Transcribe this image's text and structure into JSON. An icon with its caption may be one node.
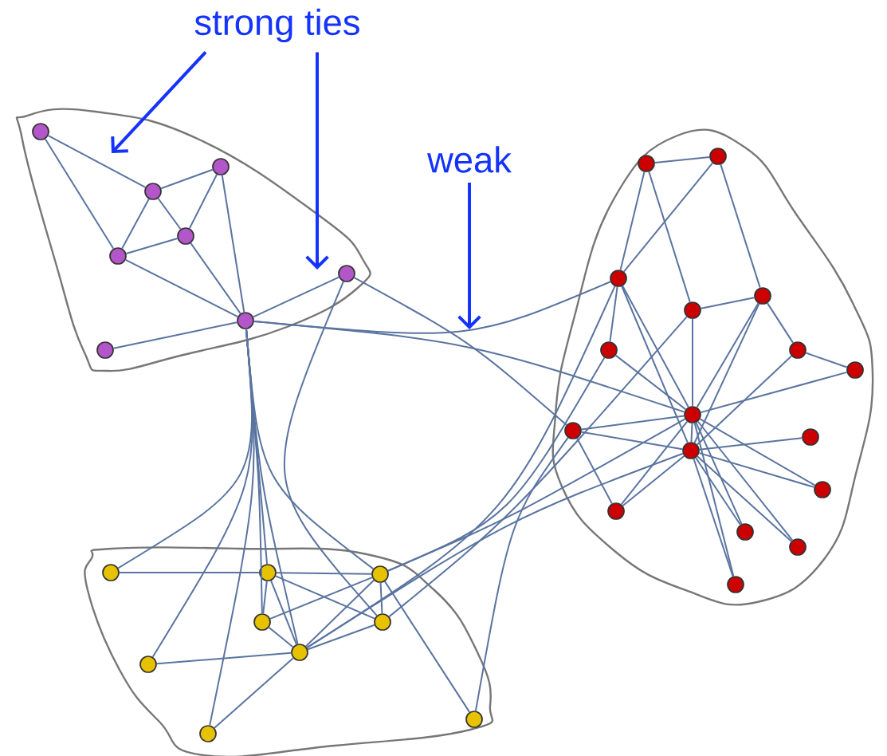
{
  "diagram": {
    "nodes": [
      {
        "text": [
          "strong ties"
        ]
      },
      {
        "text": [
          "weak"
        ]
      },
      {
        "text": [],
        "shape": "blob"
      },
      {
        "text": [],
        "shape": "circle",
        "in": 2
      },
      {
        "text": [],
        "shape": "circle",
        "in": 2
      },
      {
        "text": [],
        "shape": "circle",
        "in": 2
      },
      {
        "text": [],
        "shape": "circle",
        "in": 2
      },
      {
        "text": [],
        "shape": "circle",
        "in": 2
      },
      {
        "text": [],
        "shape": "circle",
        "in": 2
      },
      {
        "text": [],
        "shape": "circle",
        "in": 2
      },
      {
        "text": [],
        "shape": "circle",
        "in": 2
      },
      {
        "text": [],
        "shape": "blob"
      },
      {
        "text": [],
        "shape": "circle",
        "in": 11
      },
      {
        "text": [],
        "shape": "circle",
        "in": 11
      },
      {
        "text": [],
        "shape": "circle",
        "in": 11
      },
      {
        "text": [],
        "shape": "circle",
        "in": 11
      },
      {
        "text": [],
        "shape": "circle",
        "in": 11
      },
      {
        "text": [],
        "shape": "circle",
        "in": 11
      },
      {
        "text": [],
        "shape": "circle",
        "in": 11
      },
      {
        "text": [],
        "shape": "circle",
        "in": 11
      },
      {
        "text": [],
        "shape": "circle",
        "in": 11
      },
      {
        "text": [],
        "shape": "circle",
        "in": 11
      },
      {
        "text": [],
        "shape": "circle",
        "in": 11
      },
      {
        "text": [],
        "shape": "circle",
        "in": 11
      },
      {
        "text": [],
        "shape": "circle",
        "in": 11
      },
      {
        "text": [],
        "shape": "circle",
        "in": 11
      },
      {
        "text": [],
        "shape": "circle",
        "in": 11
      },
      {
        "text": [],
        "shape": "circle",
        "in": 11
      },
      {
        "text": [],
        "shape": "circle",
        "in": 11
      },
      {
        "text": [],
        "shape": "blob"
      },
      {
        "text": [],
        "shape": "circle",
        "in": 29
      },
      {
        "text": [],
        "shape": "circle",
        "in": 29
      },
      {
        "text": [],
        "shape": "circle",
        "in": 29
      },
      {
        "text": [],
        "shape": "circle",
        "in": 29
      },
      {
        "text": [],
        "shape": "circle",
        "in": 29
      },
      {
        "text": [],
        "shape": "circle",
        "in": 29
      },
      {
        "text": [],
        "shape": "circle",
        "in": 29
      },
      {
        "text": [],
        "shape": "circle",
        "in": 29
      },
      {
        "text": [],
        "shape": "circle",
        "in": 29
      }
    ],
    "edges": [
      {
        "from": 0,
        "to": null,
        "arrow": "to",
        "style": "thick",
        "color": "#1433ff"
      },
      {
        "from": 0,
        "to": null,
        "arrow": "to",
        "style": "thick",
        "color": "#1433ff"
      },
      {
        "from": 1,
        "to": null,
        "arrow": "to",
        "style": "thick",
        "color": "#1433ff"
      },
      {
        "from": 3,
        "to": 5,
        "arrow": "none"
      },
      {
        "from": 3,
        "to": 7,
        "arrow": "none"
      },
      {
        "from": 5,
        "to": 4,
        "arrow": "none"
      },
      {
        "from": 5,
        "to": 7,
        "arrow": "none"
      },
      {
        "from": 5,
        "to": 6,
        "arrow": "none"
      },
      {
        "from": 4,
        "to": 6,
        "arrow": "none"
      },
      {
        "from": 7,
        "to": 6,
        "arrow": "none"
      },
      {
        "from": 7,
        "to": 9,
        "arrow": "none"
      },
      {
        "from": 6,
        "to": 9,
        "arrow": "none"
      },
      {
        "from": 4,
        "to": 9,
        "arrow": "none"
      },
      {
        "from": 9,
        "to": 8,
        "arrow": "none"
      },
      {
        "from": 10,
        "to": 9,
        "arrow": "none"
      },
      {
        "from": 9,
        "to": 14,
        "arrow": "none"
      },
      {
        "from": 9,
        "to": 20,
        "arrow": "none"
      },
      {
        "from": 8,
        "to": 21,
        "arrow": "none"
      },
      {
        "from": 9,
        "to": 30,
        "arrow": "none"
      },
      {
        "from": 9,
        "to": 35,
        "arrow": "none"
      },
      {
        "from": 9,
        "to": 37,
        "arrow": "none"
      },
      {
        "from": 9,
        "to": 31,
        "arrow": "none"
      },
      {
        "from": 9,
        "to": 33,
        "arrow": "none"
      },
      {
        "from": 9,
        "to": 36,
        "arrow": "none"
      },
      {
        "from": 9,
        "to": 32,
        "arrow": "none"
      },
      {
        "from": 8,
        "to": 34,
        "arrow": "none"
      },
      {
        "from": 12,
        "to": 13,
        "arrow": "none"
      },
      {
        "from": 12,
        "to": 14,
        "arrow": "none"
      },
      {
        "from": 12,
        "to": 15,
        "arrow": "none"
      },
      {
        "from": 13,
        "to": 14,
        "arrow": "none"
      },
      {
        "from": 13,
        "to": 16,
        "arrow": "none"
      },
      {
        "from": 15,
        "to": 16,
        "arrow": "none"
      },
      {
        "from": 14,
        "to": 17,
        "arrow": "none"
      },
      {
        "from": 14,
        "to": 20,
        "arrow": "none"
      },
      {
        "from": 14,
        "to": 22,
        "arrow": "none"
      },
      {
        "from": 15,
        "to": 20,
        "arrow": "none"
      },
      {
        "from": 16,
        "to": 18,
        "arrow": "none"
      },
      {
        "from": 16,
        "to": 20,
        "arrow": "none"
      },
      {
        "from": 16,
        "to": 22,
        "arrow": "none"
      },
      {
        "from": 18,
        "to": 19,
        "arrow": "none"
      },
      {
        "from": 18,
        "to": 22,
        "arrow": "none"
      },
      {
        "from": 19,
        "to": 20,
        "arrow": "none"
      },
      {
        "from": 17,
        "to": 20,
        "arrow": "none"
      },
      {
        "from": 21,
        "to": 20,
        "arrow": "none"
      },
      {
        "from": 21,
        "to": 22,
        "arrow": "none"
      },
      {
        "from": 21,
        "to": 25,
        "arrow": "none"
      },
      {
        "from": 20,
        "to": 22,
        "arrow": "none"
      },
      {
        "from": 22,
        "to": 23,
        "arrow": "none"
      },
      {
        "from": 20,
        "to": 24,
        "arrow": "none"
      },
      {
        "from": 22,
        "to": 24,
        "arrow": "none"
      },
      {
        "from": 20,
        "to": 25,
        "arrow": "none"
      },
      {
        "from": 22,
        "to": 25,
        "arrow": "none"
      },
      {
        "from": 20,
        "to": 26,
        "arrow": "none"
      },
      {
        "from": 22,
        "to": 26,
        "arrow": "none"
      },
      {
        "from": 20,
        "to": 27,
        "arrow": "none"
      },
      {
        "from": 22,
        "to": 27,
        "arrow": "none"
      },
      {
        "from": 22,
        "to": 28,
        "arrow": "none"
      },
      {
        "from": 20,
        "to": 28,
        "arrow": "none"
      },
      {
        "from": 32,
        "to": 20,
        "arrow": "none"
      },
      {
        "from": 36,
        "to": 22,
        "arrow": "none"
      },
      {
        "from": 36,
        "to": 14,
        "arrow": "none"
      },
      {
        "from": 34,
        "to": 15,
        "arrow": "none"
      },
      {
        "from": 38,
        "to": 21,
        "arrow": "none"
      },
      {
        "from": 32,
        "to": 17,
        "arrow": "none"
      },
      {
        "from": 30,
        "to": 31,
        "arrow": "none"
      },
      {
        "from": 31,
        "to": 32,
        "arrow": "none"
      },
      {
        "from": 31,
        "to": 33,
        "arrow": "none"
      },
      {
        "from": 31,
        "to": 36,
        "arrow": "none"
      },
      {
        "from": 31,
        "to": 34,
        "arrow": "none"
      },
      {
        "from": 32,
        "to": 33,
        "arrow": "none"
      },
      {
        "from": 32,
        "to": 34,
        "arrow": "none"
      },
      {
        "from": 32,
        "to": 36,
        "arrow": "none"
      },
      {
        "from": 32,
        "to": 38,
        "arrow": "none"
      },
      {
        "from": 33,
        "to": 36,
        "arrow": "none"
      },
      {
        "from": 34,
        "to": 36,
        "arrow": "none"
      },
      {
        "from": 35,
        "to": 36,
        "arrow": "none"
      },
      {
        "from": 36,
        "to": 37,
        "arrow": "none"
      }
    ]
  }
}
